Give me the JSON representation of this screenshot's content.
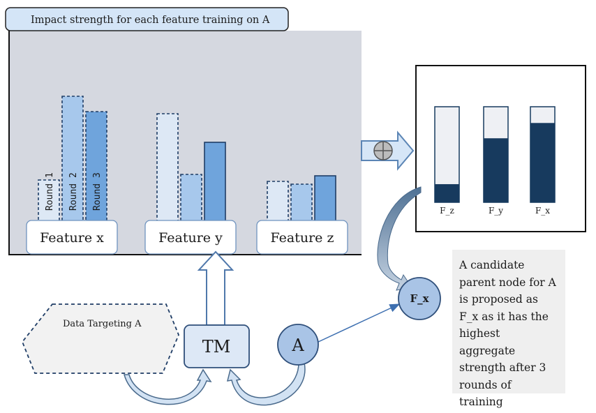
{
  "title": "Impact strength for each feature training on A",
  "features": [
    {
      "label": "Feature x",
      "rounds": [
        {
          "label": "Round 1",
          "value": 72
        },
        {
          "label": "Round 2",
          "value": 192
        },
        {
          "label": "Round 3",
          "value": 170
        }
      ]
    },
    {
      "label": "Feature y",
      "rounds": [
        {
          "label": "",
          "value": 167
        },
        {
          "label": "",
          "value": 80
        },
        {
          "label": "",
          "value": 126
        }
      ]
    },
    {
      "label": "Feature z",
      "rounds": [
        {
          "label": "",
          "value": 70
        },
        {
          "label": "",
          "value": 66
        },
        {
          "label": "",
          "value": 78
        }
      ]
    }
  ],
  "aggregate": {
    "bars": [
      {
        "label": "F_z",
        "fraction": 0.19
      },
      {
        "label": "F_y",
        "fraction": 0.67
      },
      {
        "label": "F_x",
        "fraction": 0.83
      }
    ]
  },
  "nodes": {
    "tm": "TM",
    "a": "A",
    "fx": "F_x",
    "data_targeting": "Data Targeting A"
  },
  "note": "A candidate parent node for A is proposed as F_x as it has the highest aggregate strength after 3 rounds of training",
  "colors": {
    "panel_bg": "#d5d8e0",
    "round1": "#dde8f5",
    "round2": "#a7c8ec",
    "round3": "#6fa4dc",
    "aggregate_fill": "#173a5e",
    "aggregate_bg": "#eef0f4",
    "node_fill": "#a9c4e6",
    "node_stroke": "#2f4f7a",
    "arrow_fill": "#cfe0f4"
  }
}
